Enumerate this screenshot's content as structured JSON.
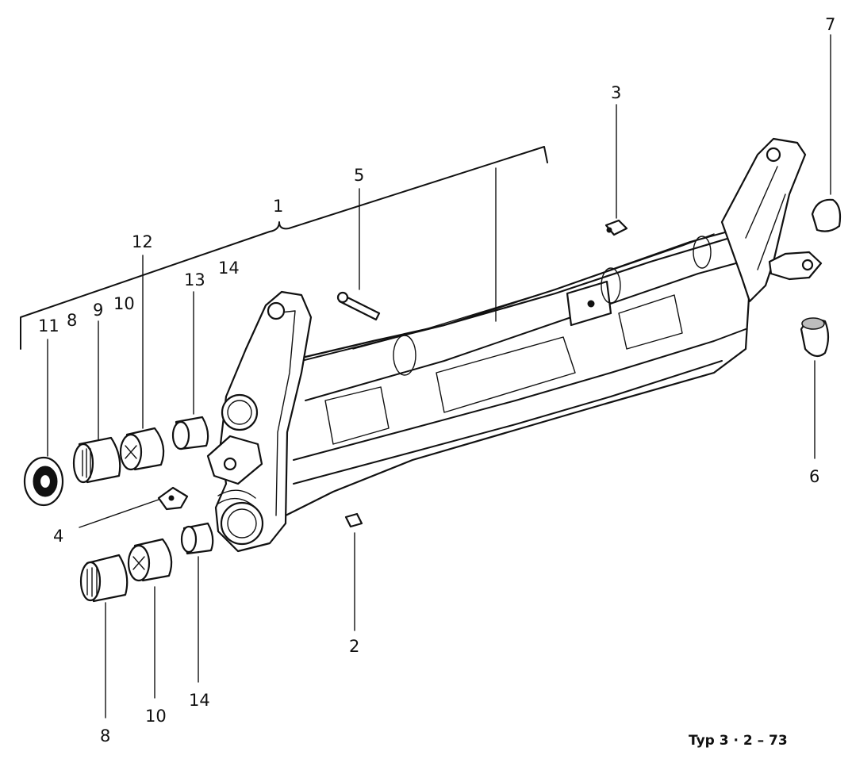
{
  "diagram": {
    "caption": "Typ 3 · 2 – 73",
    "callouts": {
      "c1": "1",
      "c2": "2",
      "c3": "3",
      "c4": "4",
      "c5": "5",
      "c6": "6",
      "c7": "7",
      "c8_top": "8",
      "c8_bottom": "8",
      "c9": "9",
      "c10_top": "10",
      "c10_bottom": "10",
      "c11": "11",
      "c12": "12",
      "c13": "13",
      "c14_top": "14",
      "c14_bottom": "14"
    }
  }
}
